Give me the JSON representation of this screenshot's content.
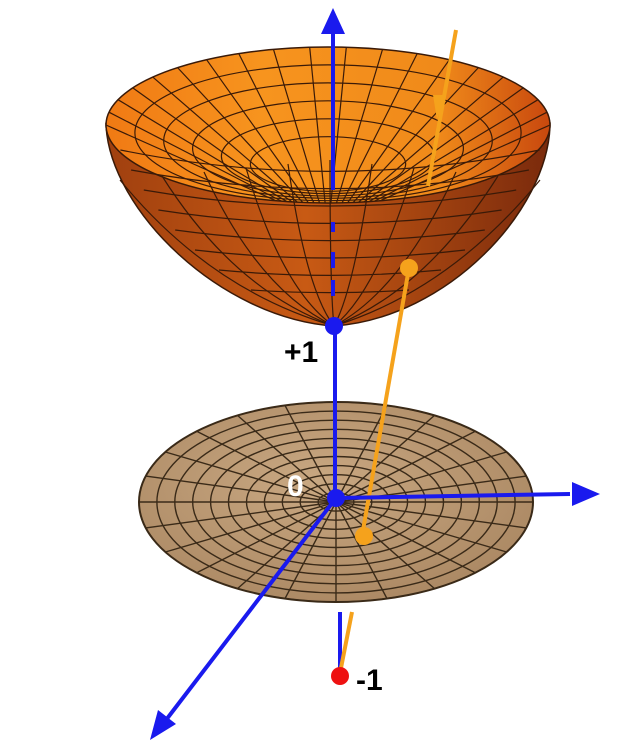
{
  "labels": {
    "plus_one": "+1",
    "zero": "0",
    "minus_one": "-1"
  },
  "colors": {
    "axis": "#1a1aee",
    "ray": "#f5a21c",
    "disk_fill": "#b08e6a",
    "disk_grid": "#3a2a18",
    "bowl_light": "#f7921e",
    "bowl_dark": "#7a2a0c",
    "point_red": "#ee1111"
  }
}
